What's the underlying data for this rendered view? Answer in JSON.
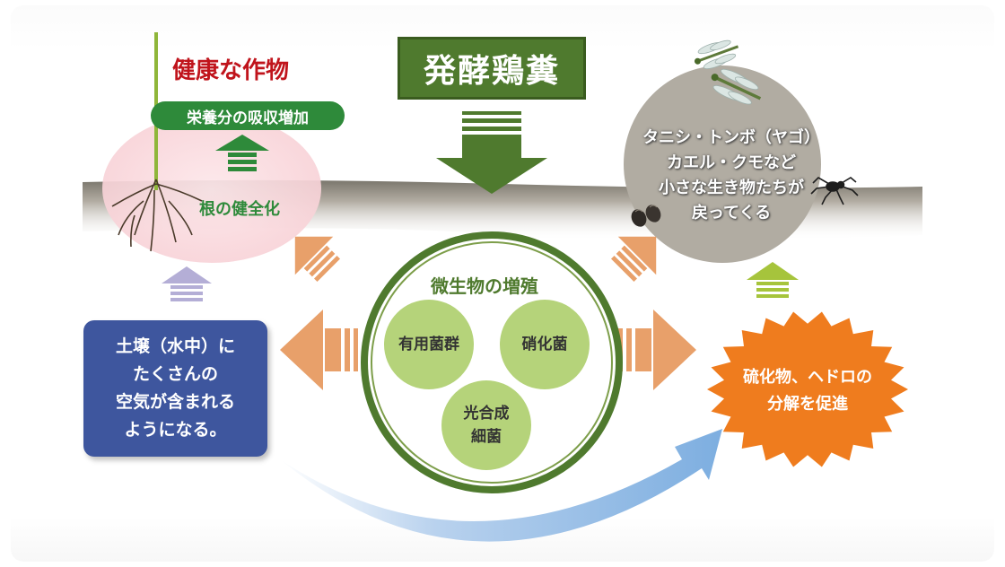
{
  "title": "発酵鶏糞",
  "crop": {
    "title": "健康な作物",
    "absorption": "栄養分の吸収増加",
    "roots": "根の健全化"
  },
  "creatures": {
    "lines": [
      "タニシ・トンボ（ヤゴ）",
      "カエル・クモなど",
      "小さな生き物たちが",
      "戻ってくる"
    ]
  },
  "soil": {
    "lines": [
      "土壌（水中）に",
      "たくさんの",
      "空気が含まれる",
      "ようになる。"
    ]
  },
  "microbes": {
    "title": "微生物の増殖",
    "bacteria": [
      {
        "label": "有用菌群"
      },
      {
        "label": "硝化菌"
      },
      {
        "label": "光合成\n細菌"
      }
    ]
  },
  "decomposition": {
    "lines": [
      "硫化物、ヘドロの",
      "分解を促進"
    ]
  },
  "colors": {
    "title_bg": "#4f7a2e",
    "crop_title": "#c0141c",
    "pill_bg": "#2e8a3a",
    "soil_box": "#3e569e",
    "microbe_ring": "#4f7a2e",
    "bacteria_fill": "#b5d37a",
    "orange_arrows": "#e8a06a",
    "starburst": "#ef7c1e",
    "blue_arrow": "#8fb8e2"
  },
  "icons": [
    "plant-icon",
    "dragonfly-icon",
    "spider-icon",
    "snail-icon"
  ]
}
